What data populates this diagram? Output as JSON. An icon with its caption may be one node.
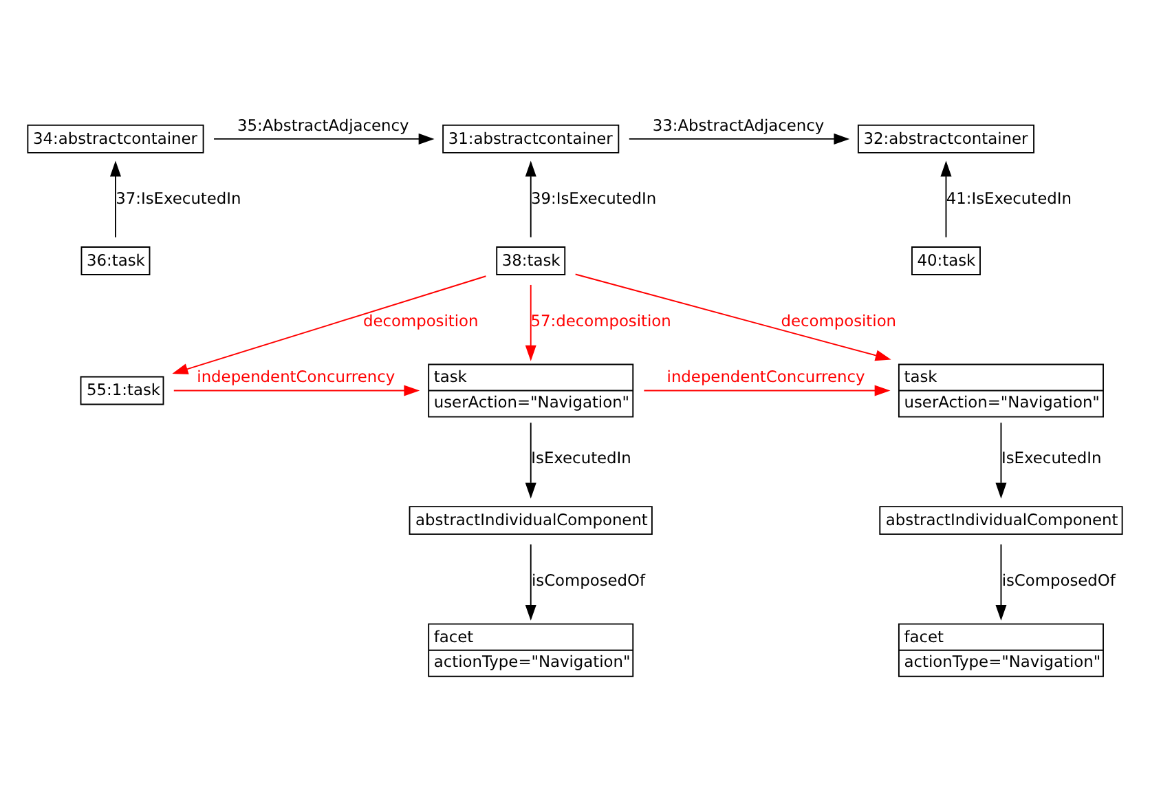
{
  "diagram": {
    "nodes": [
      {
        "text": [
          "34:abstractcontainer"
        ]
      },
      {
        "text": [
          "31:abstractcontainer"
        ]
      },
      {
        "text": [
          "32:abstractcontainer"
        ]
      },
      {
        "text": [
          "36:task"
        ]
      },
      {
        "text": [
          "38:task"
        ]
      },
      {
        "text": [
          "40:task"
        ]
      },
      {
        "text": [
          "55:1:task"
        ]
      },
      {
        "text": [
          "task",
          "userAction=\"Navigation\""
        ]
      },
      {
        "text": [
          "task",
          "userAction=\"Navigation\""
        ]
      },
      {
        "text": [
          "abstractIndividualComponent"
        ]
      },
      {
        "text": [
          "abstractIndividualComponent"
        ]
      },
      {
        "text": [
          "facet",
          "actionType=\"Navigation\""
        ]
      },
      {
        "text": [
          "facet",
          "actionType=\"Navigation\""
        ]
      }
    ],
    "edges": [
      {
        "from": 0,
        "to": 1,
        "arrow": "to",
        "label": "35:AbstractAdjacency"
      },
      {
        "from": 1,
        "to": 2,
        "arrow": "to",
        "label": "33:AbstractAdjacency"
      },
      {
        "from": 3,
        "to": 0,
        "arrow": "to",
        "label": "37:IsExecutedIn"
      },
      {
        "from": 4,
        "to": 1,
        "arrow": "to",
        "label": "39:IsExecutedIn"
      },
      {
        "from": 5,
        "to": 2,
        "arrow": "to",
        "label": "41:IsExecutedIn"
      },
      {
        "from": 4,
        "to": 6,
        "arrow": "to",
        "label": "decomposition",
        "color": "#ff0000"
      },
      {
        "from": 4,
        "to": 7,
        "arrow": "to",
        "label": "57:decomposition",
        "color": "#ff0000"
      },
      {
        "from": 4,
        "to": 8,
        "arrow": "to",
        "label": "decomposition",
        "color": "#ff0000"
      },
      {
        "from": 6,
        "to": 7,
        "arrow": "to",
        "label": "independentConcurrency",
        "color": "#ff0000"
      },
      {
        "from": 7,
        "to": 8,
        "arrow": "to",
        "label": "independentConcurrency",
        "color": "#ff0000"
      },
      {
        "from": 7,
        "to": 9,
        "arrow": "to",
        "label": "IsExecutedIn"
      },
      {
        "from": 8,
        "to": 10,
        "arrow": "to",
        "label": "IsExecutedIn"
      },
      {
        "from": 9,
        "to": 11,
        "arrow": "to",
        "label": "isComposedOf"
      },
      {
        "from": 10,
        "to": 12,
        "arrow": "to",
        "label": "isComposedOf"
      }
    ]
  }
}
